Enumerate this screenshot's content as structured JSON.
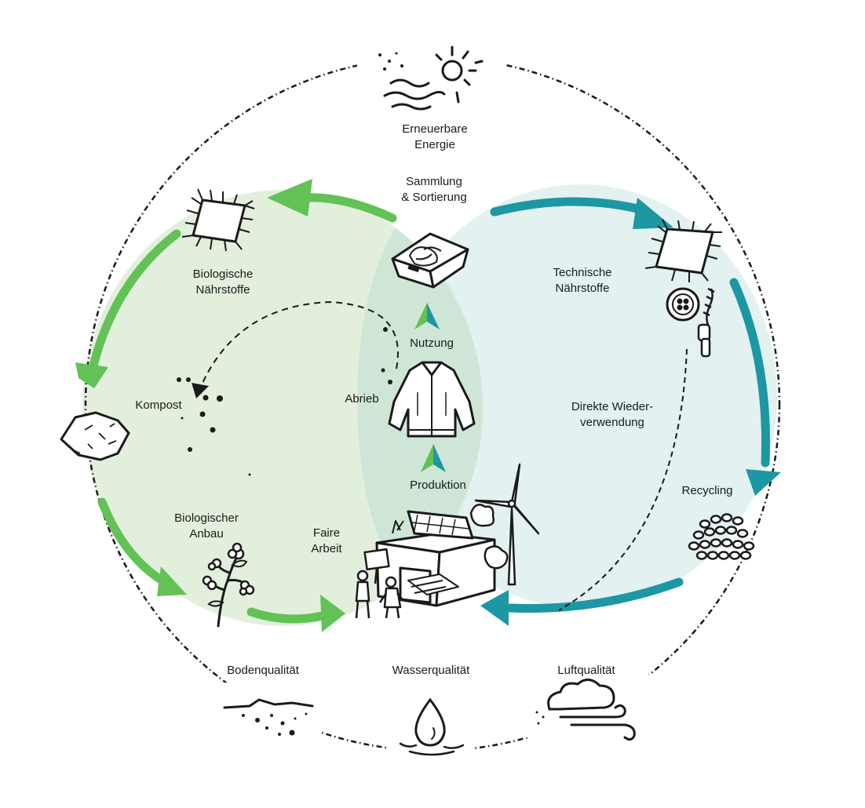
{
  "diagram": {
    "colors": {
      "bio_fill": "#e2efdd",
      "tech_fill": "#e3f1f1",
      "overlap_fill": "#cfe6d7",
      "bio_arrow": "#62c255",
      "tech_arrow": "#1c97a3",
      "ink": "#1a1a1a"
    },
    "labels": {
      "renewable_energy": [
        "Erneuerbare",
        "Energie"
      ],
      "collection_sorting": [
        "Sammlung",
        "& Sortierung"
      ],
      "biological_nutrients": [
        "Biologische",
        "Nährstoffe"
      ],
      "technical_nutrients": [
        "Technische",
        "Nährstoffe"
      ],
      "use": "Nutzung",
      "abrasion": "Abrieb",
      "compost": "Kompost",
      "direct_reuse": [
        "Direkte Wieder-",
        "verwendung"
      ],
      "production": "Produktion",
      "recycling": "Recycling",
      "organic_farming": [
        "Biologischer",
        "Anbau"
      ],
      "fair_work": [
        "Faire",
        "Arbeit"
      ],
      "soil_quality": "Bodenqualität",
      "water_quality": "Wasserqualität",
      "air_quality": "Luftqualität"
    },
    "icons": [
      "sun-icon",
      "biological-fabric-icon",
      "technical-fabric-icon",
      "sorting-box-icon",
      "jacket-icon",
      "button-icon",
      "zipper-icon",
      "soil-fragment-icon",
      "granulate-icon",
      "cotton-plant-icon",
      "factory-icon",
      "wind-turbine-icon",
      "workers-icon",
      "soil-icon",
      "water-drop-icon",
      "cloud-wind-icon"
    ]
  }
}
